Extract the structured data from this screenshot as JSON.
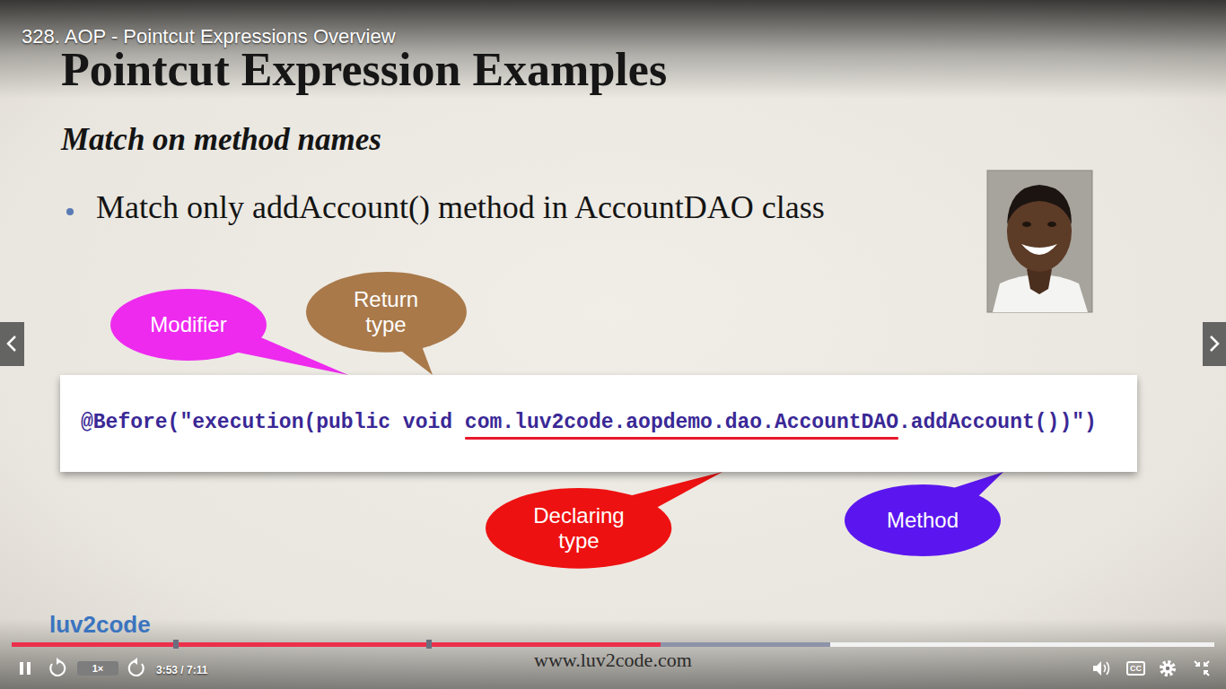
{
  "diagram": {
    "title": "Pointcut Expression Examples",
    "nodes": [
      {
        "text": [
          "Modifier"
        ]
      },
      {
        "text": [
          "Return type"
        ]
      },
      {
        "text": [
          "@Before(\"execution(public void com.luv2code.aopdemo.dao.AccountDAO.addAccount())\")"
        ]
      },
      {
        "text": [
          "Declaring type"
        ]
      },
      {
        "text": [
          "Method"
        ]
      },
      {
        "text": [
          "1×"
        ]
      },
      {
        "text": [
          "CC"
        ]
      }
    ],
    "edges": [
      {
        "from": 0,
        "to": 2,
        "arrow": "none"
      },
      {
        "from": 1,
        "to": 2,
        "arrow": "none"
      },
      {
        "from": 3,
        "to": 2,
        "arrow": "none"
      },
      {
        "from": 4,
        "to": 2,
        "arrow": "none"
      }
    ],
    "labels": [
      "328. AOP - Pointcut Expressions Overview",
      "Match on method names",
      "Match only addAccount() method in AccountDAO class",
      "3:53 / 7:11",
      "luv2code",
      "www.luv2code.com"
    ]
  }
}
